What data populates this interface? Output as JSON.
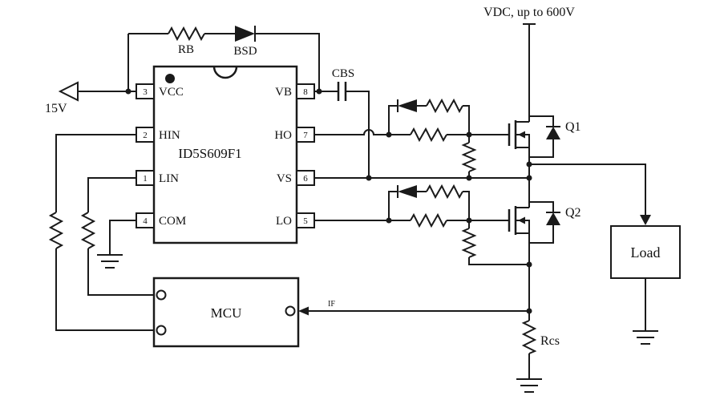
{
  "supply": {
    "vdc_label": "VDC, up to 600V",
    "vcc_label": "15V"
  },
  "bootstrap": {
    "rb_label": "RB",
    "bsd_label": "BSD",
    "cbs_label": "CBS"
  },
  "ic": {
    "name": "ID5S609F1",
    "pins_left": [
      {
        "num": "3",
        "label": "VCC"
      },
      {
        "num": "2",
        "label": "HIN"
      },
      {
        "num": "1",
        "label": "LIN"
      },
      {
        "num": "4",
        "label": "COM"
      }
    ],
    "pins_right": [
      {
        "num": "8",
        "label": "VB"
      },
      {
        "num": "7",
        "label": "HO"
      },
      {
        "num": "6",
        "label": "VS"
      },
      {
        "num": "5",
        "label": "LO"
      }
    ]
  },
  "mosfets": {
    "q1_label": "Q1",
    "q2_label": "Q2"
  },
  "load": {
    "label": "Load"
  },
  "mcu": {
    "label": "MCU",
    "if_label": "IF"
  },
  "current_sense": {
    "rcs_label": "Rcs"
  }
}
